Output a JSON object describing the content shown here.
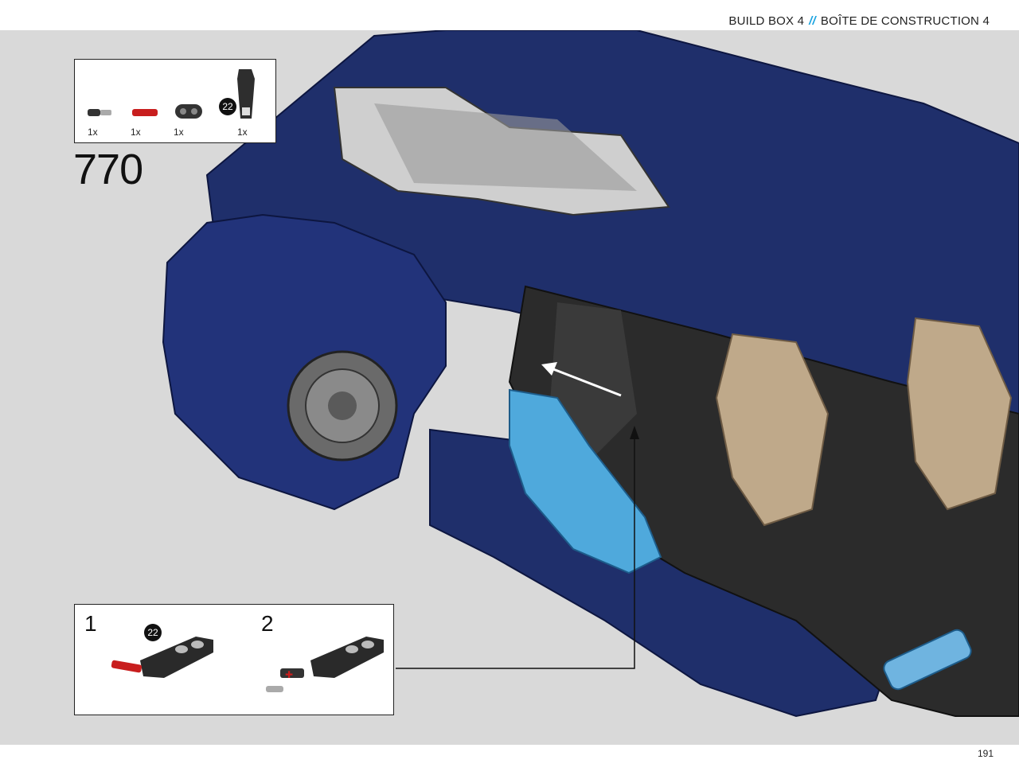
{
  "header": {
    "left_label": "BUILD BOX 4",
    "separator": "//",
    "right_label": "BOÎTE DE CONSTRUCTION 4"
  },
  "step": {
    "number": "770"
  },
  "parts_list": [
    {
      "icon": "axle-connector-black-grey",
      "qty": "1x"
    },
    {
      "icon": "pin-red",
      "qty": "1x"
    },
    {
      "icon": "liftarm-black-2",
      "qty": "1x"
    },
    {
      "icon": "panel-black",
      "qty": "1x",
      "callout": "22"
    }
  ],
  "substeps": [
    {
      "number": "1",
      "callout": "22"
    },
    {
      "number": "2"
    }
  ],
  "page": {
    "number": "191"
  },
  "colors": {
    "background": "#d9d9d9",
    "body_blue": "#1f2f6b",
    "accent_blue": "#1aa3e0",
    "door_light_blue": "#4fa9dc",
    "seat_tan": "#bfa98a",
    "frame_black": "#2b2b2b"
  }
}
